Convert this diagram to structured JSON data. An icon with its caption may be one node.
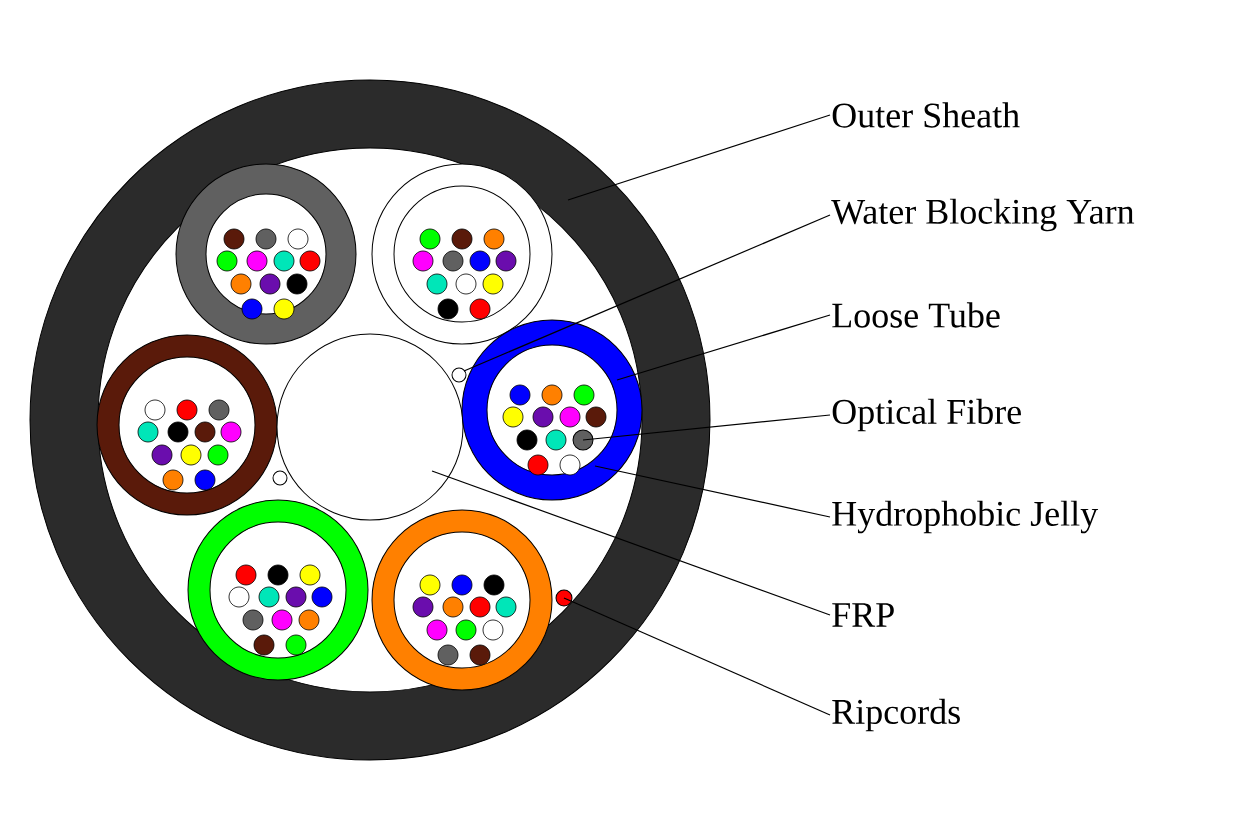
{
  "diagram": {
    "nodes": [
      {
        "text": [],
        "shape": "circle"
      },
      {
        "text": [],
        "shape": "circle",
        "in": 0
      },
      {
        "text": [],
        "shape": "circle",
        "in": 0
      },
      {
        "text": [],
        "shape": "circle",
        "in": 0
      },
      {
        "text": [],
        "shape": "circle",
        "in": 3
      },
      {
        "text": [],
        "shape": "circle",
        "in": 4
      },
      {
        "text": [],
        "shape": "circle",
        "in": 0
      },
      {
        "text": [
          "Outer Sheath"
        ]
      },
      {
        "text": [
          "Water Blocking Yarn"
        ]
      },
      {
        "text": [
          "Loose Tube"
        ]
      },
      {
        "text": [
          "Optical Fibre"
        ]
      },
      {
        "text": [
          "Hydrophobic Jelly"
        ]
      },
      {
        "text": [
          "FRP"
        ]
      },
      {
        "text": [
          "Ripcords"
        ]
      }
    ],
    "edges": [
      {
        "from": 7,
        "to": 0,
        "arrow": "none"
      },
      {
        "from": 8,
        "to": 2,
        "arrow": "none"
      },
      {
        "from": 9,
        "to": 3,
        "arrow": "none"
      },
      {
        "from": 10,
        "to": 5,
        "arrow": "none"
      },
      {
        "from": 11,
        "to": 4,
        "arrow": "none"
      },
      {
        "from": 12,
        "to": 1,
        "arrow": "none"
      },
      {
        "from": 13,
        "to": 6,
        "arrow": "none"
      }
    ]
  }
}
